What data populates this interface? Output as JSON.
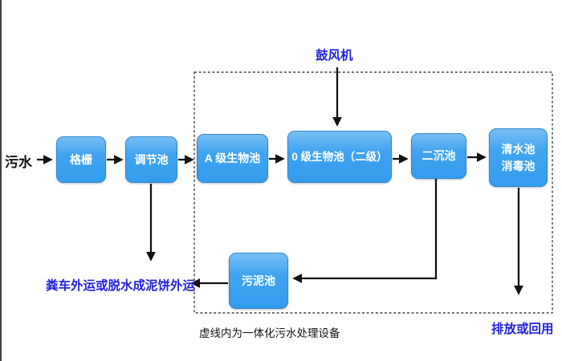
{
  "diagram": {
    "title_hint": "integrated wastewater treatment process flowchart",
    "source_label": "污水",
    "blower_label": "鼓风机",
    "boxes": {
      "grid": "格栅",
      "regulating": "调节池",
      "a_bio": "A 级生物池",
      "o_bio": "0 级生物池（二级）",
      "secondary_sed": "二沉池",
      "clear_water_line1": "清水池",
      "clear_water_line2": "消毒池",
      "sludge": "污泥池"
    },
    "labels": {
      "sludge_out": "粪车外运或脱水成泥饼外运",
      "dashed_box_caption": "虚线内为一体化污水处理设备",
      "discharge": "排放或回用"
    },
    "colors": {
      "box_fill": "#3AA1EF",
      "box_fill_top": "#79BFF5",
      "box_border": "#2F88CF",
      "box_text": "#FFFFFF",
      "blue_text": "#2222DD",
      "black_text": "#111111",
      "arrow": "#111111",
      "dashed_border": "#444444",
      "background": "#FFFFFF"
    }
  }
}
